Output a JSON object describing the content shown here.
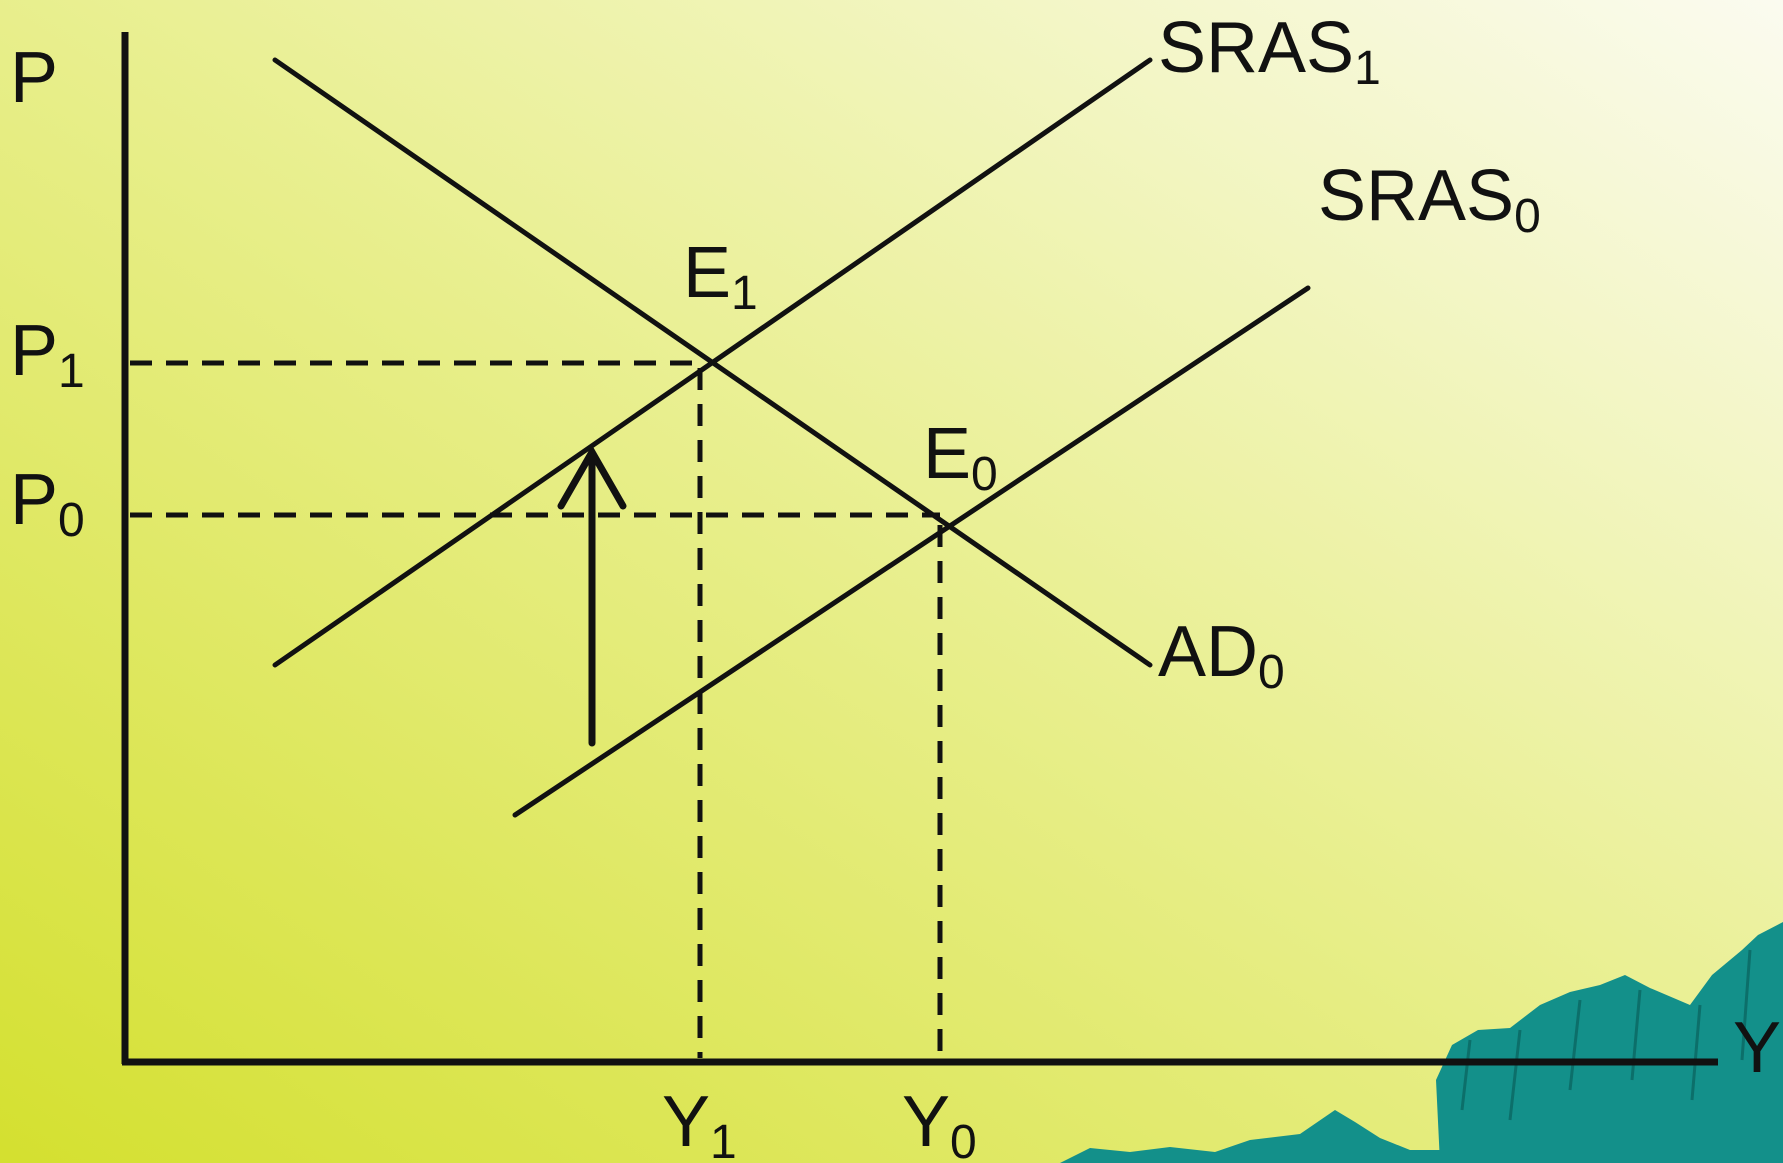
{
  "colors": {
    "background_left": "#d4e02f",
    "background_right": "#fbfbf0",
    "line": "#111111",
    "decoration": "#13908a"
  },
  "axes": {
    "y_label": "P",
    "x_label": "Y"
  },
  "price_levels": [
    {
      "base": "P",
      "sub": "1"
    },
    {
      "base": "P",
      "sub": "0"
    }
  ],
  "output_levels": [
    {
      "base": "Y",
      "sub": "1"
    },
    {
      "base": "Y",
      "sub": "0"
    }
  ],
  "curves": [
    {
      "base": "SRAS",
      "sub": "1"
    },
    {
      "base": "SRAS",
      "sub": "0"
    },
    {
      "base": "AD",
      "sub": "0"
    }
  ],
  "equilibria": [
    {
      "base": "E",
      "sub": "1"
    },
    {
      "base": "E",
      "sub": "0"
    }
  ],
  "shift_arrow": {
    "direction": "up",
    "icon": "up-arrow-icon"
  },
  "decoration": {
    "icon": "teal-landscape-icon"
  }
}
